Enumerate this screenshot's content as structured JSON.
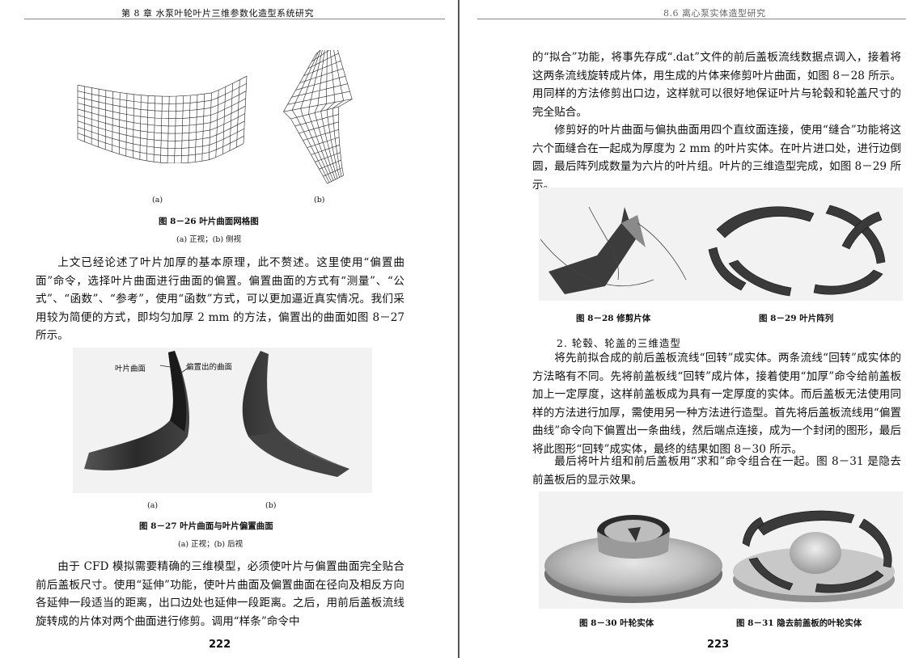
{
  "left_page": {
    "header": "第 8 章   水泵叶轮叶片三维参数化造型系统研究",
    "fig26": {
      "sub_a": "(a)",
      "sub_b": "(b)",
      "caption": "图 8－26    叶片曲面网格图",
      "subcaption": "(a) 正视；(b) 侧视"
    },
    "para1": "上文已经论述了叶片加厚的基本原理，此不赘述。这里使用“偏置曲面”命令，选择叶片曲面进行曲面的偏置。偏置曲面的方式有“测量”、“公式”、“函数”、“参考”，使用“函数”方式，可以更加逼近真实情况。我们采用较为简便的方式，即均匀加厚 2 mm 的方法，偏置出的曲面如图 8－27 所示。",
    "fig27": {
      "label_surface": "叶片曲面",
      "label_offset": "偏置出的曲面",
      "sub_a": "(a)",
      "sub_b": "(b)",
      "caption": "图 8－27    叶片曲面与叶片偏置曲面",
      "subcaption": "(a) 正视；(b) 后视"
    },
    "para2": "由于 CFD 模拟需要精确的三维模型，必须使叶片与偏置曲面完全贴合前后盖板尺寸。使用“延伸”功能，使叶片曲面及偏置曲面在径向及相反方向各延伸一段适当的距离，出口边处也延伸一段距离。之后，用前后盖板流线旋转成的片体对两个曲面进行修剪。调用“样条”命令中",
    "page_number": "222"
  },
  "right_page": {
    "header": "8.6   离心泵实体造型研究",
    "para1": "的“拟合”功能，将事先存成“.dat”文件的前后盖板流线数据点调入，接着将这两条流线旋转成片体，用生成的片体来修剪叶片曲面，如图 8－28 所示。用同样的方法修剪出口边，这样就可以很好地保证叶片与轮毂和轮盖尺寸的完全贴合。",
    "para2": "修剪好的叶片曲面与偏执曲面用四个直纹面连接，使用“缝合”功能将这六个面缝合在一起成为厚度为 2 mm 的叶片实体。在叶片进口处，进行边倒圆，最后阵列成数量为六片的叶片组。叶片的三维造型完成，如图 8－29 所示。",
    "fig28_caption": "图 8－28    修剪片体",
    "fig29_caption": "图 8－29    叶片阵列",
    "section_title": "2. 轮毂、轮盖的三维造型",
    "para3": "将先前拟合成的前后盖板流线“回转”成实体。两条流线“回转”成实体的方法略有不同。先将前盖板线“回转”成片体，接着使用“加厚”命令给前盖板加上一定厚度，这样前盖板成为具有一定厚度的实体。而后盖板无法使用同样的方法进行加厚，需使用另一种方法进行造型。首先将后盖板流线用“偏置曲线”命令向下偏置出一条曲线，然后端点连接，成为一个封闭的图形，最后将此图形“回转”成实体，最终的结果如图 8－30 所示。",
    "para4": "最后将叶片组和前后盖板用“求和”命令组合在一起。图 8－31 是隐去前盖板后的显示效果。",
    "fig30_caption": "图 8－30    叶轮实体",
    "fig31_caption": "图 8－31    隐去前盖板的叶轮实体",
    "page_number": "223"
  }
}
